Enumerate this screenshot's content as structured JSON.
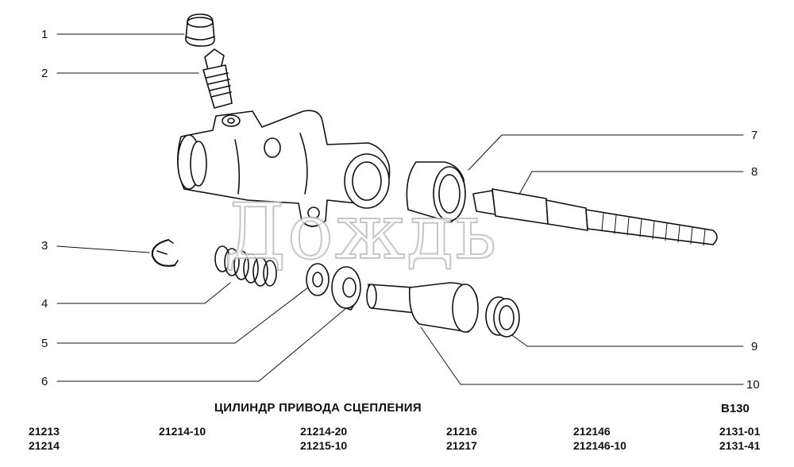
{
  "title": "ЦИЛИНДР ПРИВОДА СЦЕПЛЕНИЯ",
  "code": "В130",
  "watermark": "Дождь",
  "callouts": [
    "1",
    "2",
    "3",
    "4",
    "5",
    "6",
    "7",
    "8",
    "9",
    "10"
  ],
  "models": [
    [
      "21213",
      "21214"
    ],
    [
      "21214-10"
    ],
    [
      "21214-20",
      "21215-10"
    ],
    [
      "21216",
      "21217"
    ],
    [
      "212146",
      "212146-10"
    ],
    [
      "2131-01",
      "2131-41"
    ]
  ]
}
